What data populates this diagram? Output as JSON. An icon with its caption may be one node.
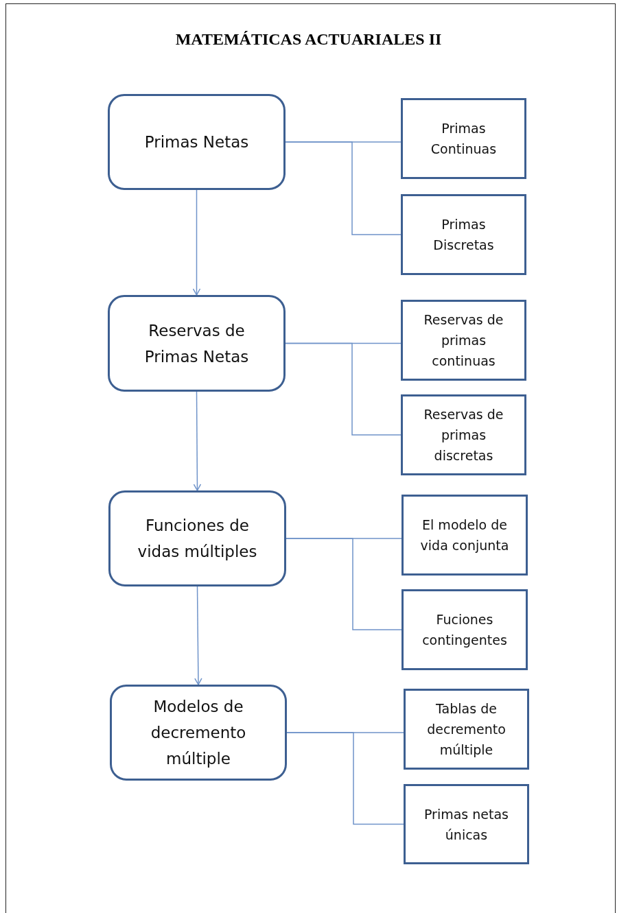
{
  "diagram": {
    "title": "MATEMÁTICAS ACTUARIALES II",
    "nodes": [
      {
        "text": [
          "Primas Netas"
        ]
      },
      {
        "text": [
          "Primas Continuas"
        ]
      },
      {
        "text": [
          "Primas Discretas"
        ]
      },
      {
        "text": [
          "Reservas de Primas Netas"
        ]
      },
      {
        "text": [
          "Reservas de primas continuas"
        ]
      },
      {
        "text": [
          "Reservas de primas discretas"
        ]
      },
      {
        "text": [
          "Funciones de vidas múltiples"
        ]
      },
      {
        "text": [
          "El modelo de vida conjunta"
        ]
      },
      {
        "text": [
          "Fuciones contingentes"
        ]
      },
      {
        "text": [
          "Modelos de decremento múltiple"
        ]
      },
      {
        "text": [
          "Tablas de decremento múltiple"
        ]
      },
      {
        "text": [
          "Primas netas únicas"
        ]
      }
    ],
    "edges": [
      {
        "from": 0,
        "to": 1,
        "arrow": "none"
      },
      {
        "from": 0,
        "to": 2,
        "arrow": "none"
      },
      {
        "from": 0,
        "to": 3,
        "arrow": "to"
      },
      {
        "from": 3,
        "to": 4,
        "arrow": "none"
      },
      {
        "from": 3,
        "to": 5,
        "arrow": "none"
      },
      {
        "from": 3,
        "to": 6,
        "arrow": "to"
      },
      {
        "from": 6,
        "to": 7,
        "arrow": "none"
      },
      {
        "from": 6,
        "to": 8,
        "arrow": "none"
      },
      {
        "from": 6,
        "to": 9,
        "arrow": "to"
      },
      {
        "from": 9,
        "to": 10,
        "arrow": "none"
      },
      {
        "from": 9,
        "to": 11,
        "arrow": "none"
      }
    ]
  }
}
